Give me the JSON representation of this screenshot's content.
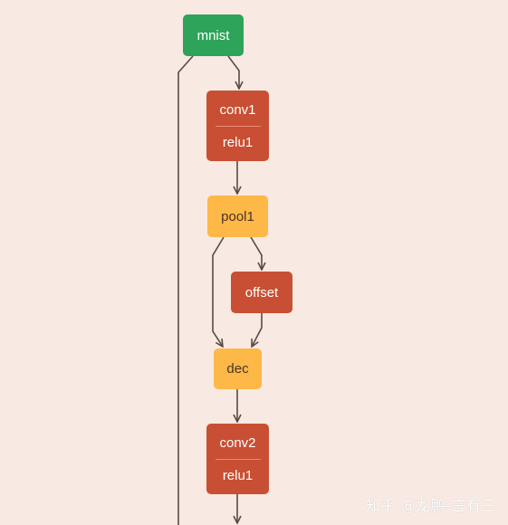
{
  "nodes": {
    "mnist": {
      "label": "mnist"
    },
    "conv1": {
      "top": "conv1",
      "bottom": "relu1"
    },
    "pool1": {
      "label": "pool1"
    },
    "offset": {
      "label": "offset"
    },
    "dec": {
      "label": "dec"
    },
    "conv2": {
      "top": "conv2",
      "bottom": "relu1"
    }
  },
  "colors": {
    "background": "#f8e9e2",
    "data_node": "#2ea35a",
    "layer_node": "#c84f33",
    "pool_node": "#fdb847",
    "edge": "#5a4a44"
  },
  "watermark": "知乎 @龙鹏-言有三"
}
